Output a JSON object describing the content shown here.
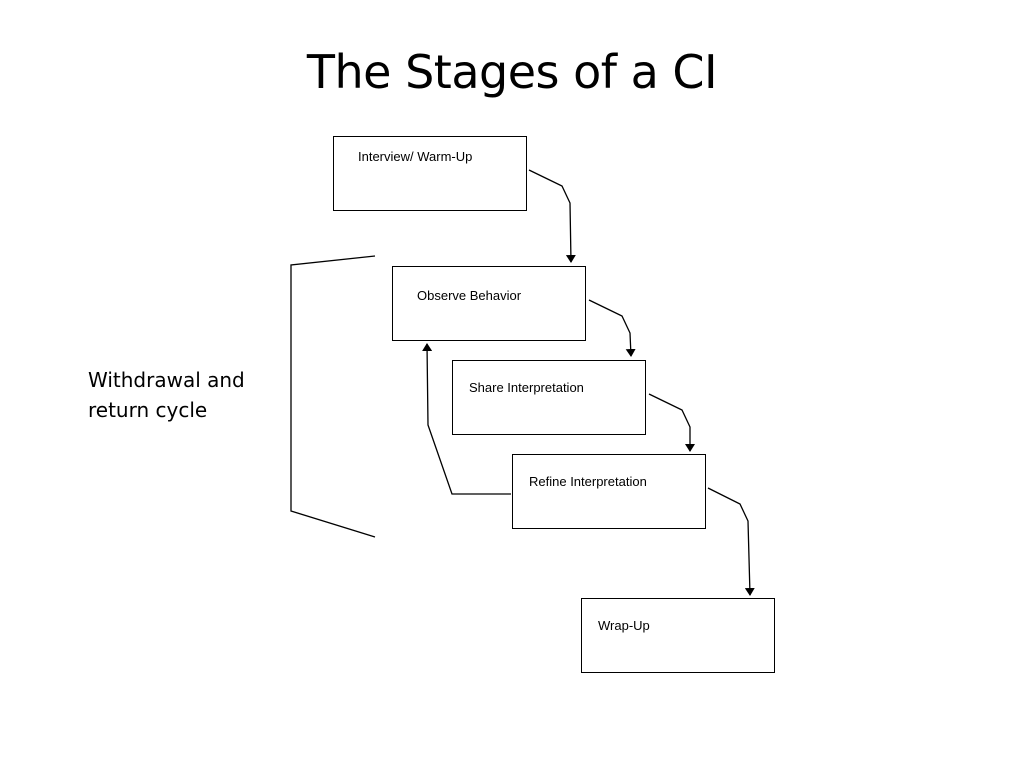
{
  "title": "The Stages of a CI",
  "stages": [
    {
      "label": "Interview/ Warm-Up"
    },
    {
      "label": "Observe Behavior"
    },
    {
      "label": "Share Interpretation"
    },
    {
      "label": "Refine Interpretation"
    },
    {
      "label": "Wrap-Up"
    }
  ],
  "cycle_label": "Withdrawal and return cycle",
  "colors": {
    "line": "#000000",
    "background": "#ffffff"
  }
}
